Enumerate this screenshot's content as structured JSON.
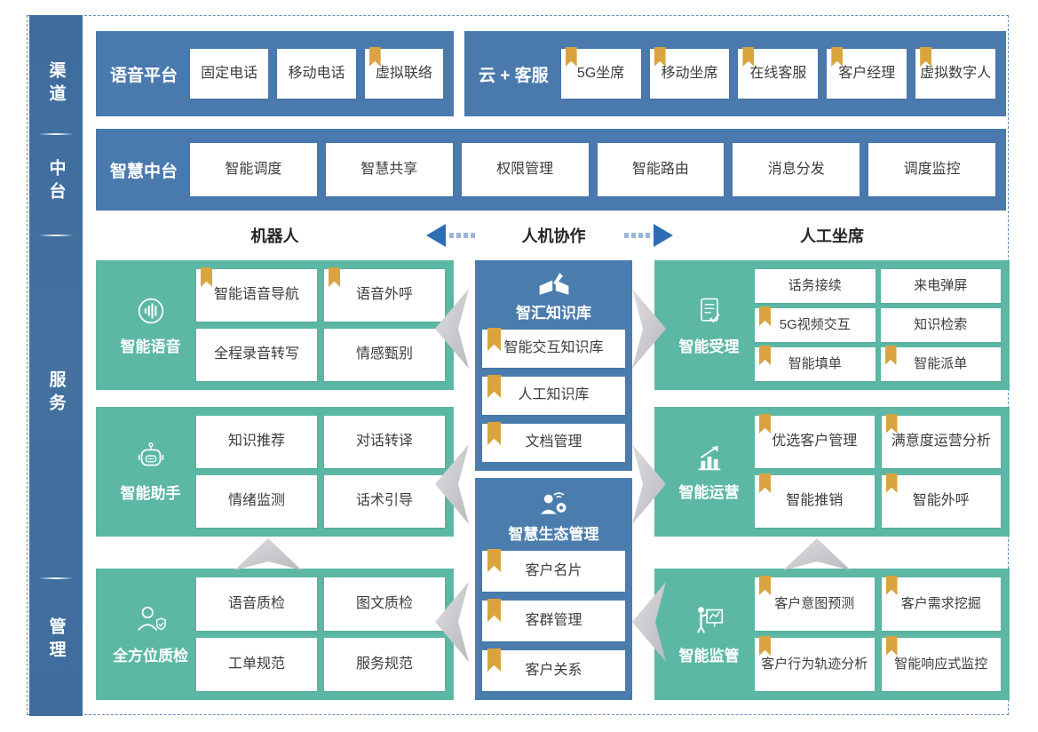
{
  "palette": {
    "band_blue": "#4a7aad",
    "sidebar_blue": "#3e6c9d",
    "mid_block_blue": "#4a7dae",
    "green": "#5cb8a5",
    "bookmark_gold": "#d9a43f",
    "arrow_blue": "#2e6db4",
    "chevron_gray": "#cdced2"
  },
  "sidebar": {
    "labels": [
      "渠道",
      "中台",
      "服务",
      "管理"
    ]
  },
  "bands": {
    "voice": {
      "title": "语音平台",
      "chips": [
        {
          "label": "固定电话",
          "bookmark": false
        },
        {
          "label": "移动电话",
          "bookmark": false
        },
        {
          "label": "虚拟联络",
          "bookmark": true
        }
      ]
    },
    "cloud": {
      "title": "云 + 客服",
      "chips": [
        {
          "label": "5G坐席",
          "bookmark": true
        },
        {
          "label": "移动坐席",
          "bookmark": true
        },
        {
          "label": "在线客服",
          "bookmark": true
        },
        {
          "label": "客户经理",
          "bookmark": true
        },
        {
          "label": "虚拟数字人",
          "bookmark": true
        }
      ]
    },
    "mid": {
      "title": "智慧中台",
      "chips": [
        {
          "label": "智能调度",
          "bookmark": false
        },
        {
          "label": "智慧共享",
          "bookmark": false
        },
        {
          "label": "权限管理",
          "bookmark": false
        },
        {
          "label": "智能路由",
          "bookmark": false
        },
        {
          "label": "消息分发",
          "bookmark": false
        },
        {
          "label": "调度监控",
          "bookmark": false
        }
      ]
    }
  },
  "section": {
    "left": "机器人",
    "center": "人机协作",
    "right": "人工坐席"
  },
  "blocks": {
    "voice_ai": {
      "title": "智能语音",
      "icon": "voice-icon",
      "chips": [
        {
          "label": "智能语音导航",
          "bookmark": true
        },
        {
          "label": "语音外呼",
          "bookmark": true
        },
        {
          "label": "全程录音转写",
          "bookmark": false
        },
        {
          "label": "情感甄别",
          "bookmark": false
        }
      ]
    },
    "assistant": {
      "title": "智能助手",
      "icon": "robot-icon",
      "chips": [
        {
          "label": "知识推荐",
          "bookmark": false
        },
        {
          "label": "对话转译",
          "bookmark": false
        },
        {
          "label": "情绪监测",
          "bookmark": false
        },
        {
          "label": "话术引导",
          "bookmark": false
        }
      ]
    },
    "qc": {
      "title": "全方位质检",
      "icon": "quality-inspector-icon",
      "chips": [
        {
          "label": "语音质检",
          "bookmark": false
        },
        {
          "label": "图文质检",
          "bookmark": false
        },
        {
          "label": "工单规范",
          "bookmark": false
        },
        {
          "label": "服务规范",
          "bookmark": false
        }
      ]
    },
    "knowledge": {
      "title": "智汇知识库",
      "icon": "knowledge-book-icon",
      "chips": [
        {
          "label": "智能交互知识库",
          "bookmark": true
        },
        {
          "label": "人工知识库",
          "bookmark": true
        },
        {
          "label": "文档管理",
          "bookmark": true
        }
      ]
    },
    "ecosystem": {
      "title": "智慧生态管理",
      "icon": "ecosystem-person-icon",
      "chips": [
        {
          "label": "客户名片",
          "bookmark": true
        },
        {
          "label": "客群管理",
          "bookmark": true
        },
        {
          "label": "客户关系",
          "bookmark": true
        }
      ]
    },
    "accept": {
      "title": "智能受理",
      "icon": "document-check-icon",
      "chips": [
        {
          "label": "话务接续",
          "bookmark": false
        },
        {
          "label": "来电弹屏",
          "bookmark": false
        },
        {
          "label": "5G视频交互",
          "bookmark": true
        },
        {
          "label": "知识检索",
          "bookmark": false
        },
        {
          "label": "智能填单",
          "bookmark": true
        },
        {
          "label": "智能派单",
          "bookmark": true
        }
      ]
    },
    "operation": {
      "title": "智能运营",
      "icon": "chart-growth-icon",
      "chips": [
        {
          "label": "优选客户管理",
          "bookmark": true
        },
        {
          "label": "满意度运营分析",
          "bookmark": true
        },
        {
          "label": "智能推销",
          "bookmark": true
        },
        {
          "label": "智能外呼",
          "bookmark": true
        }
      ]
    },
    "supervision": {
      "title": "智能监管",
      "icon": "presenter-board-icon",
      "chips": [
        {
          "label": "客户意图预测",
          "bookmark": true
        },
        {
          "label": "客户需求挖掘",
          "bookmark": true
        },
        {
          "label": "客户行为轨迹分析",
          "bookmark": true
        },
        {
          "label": "智能响应式监控",
          "bookmark": true
        }
      ]
    }
  }
}
